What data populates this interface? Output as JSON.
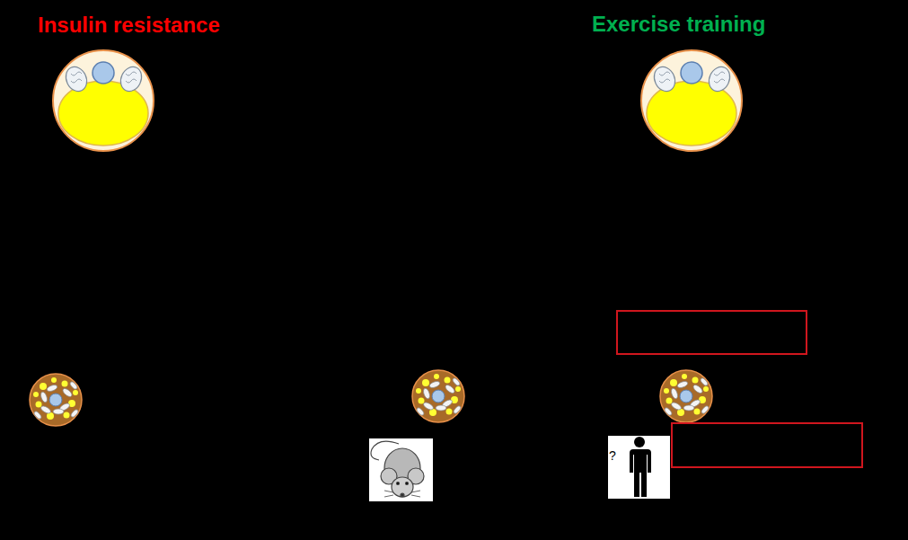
{
  "diagram": {
    "labels": [
      "Insulin resistance",
      "Exercise training",
      "?"
    ]
  }
}
